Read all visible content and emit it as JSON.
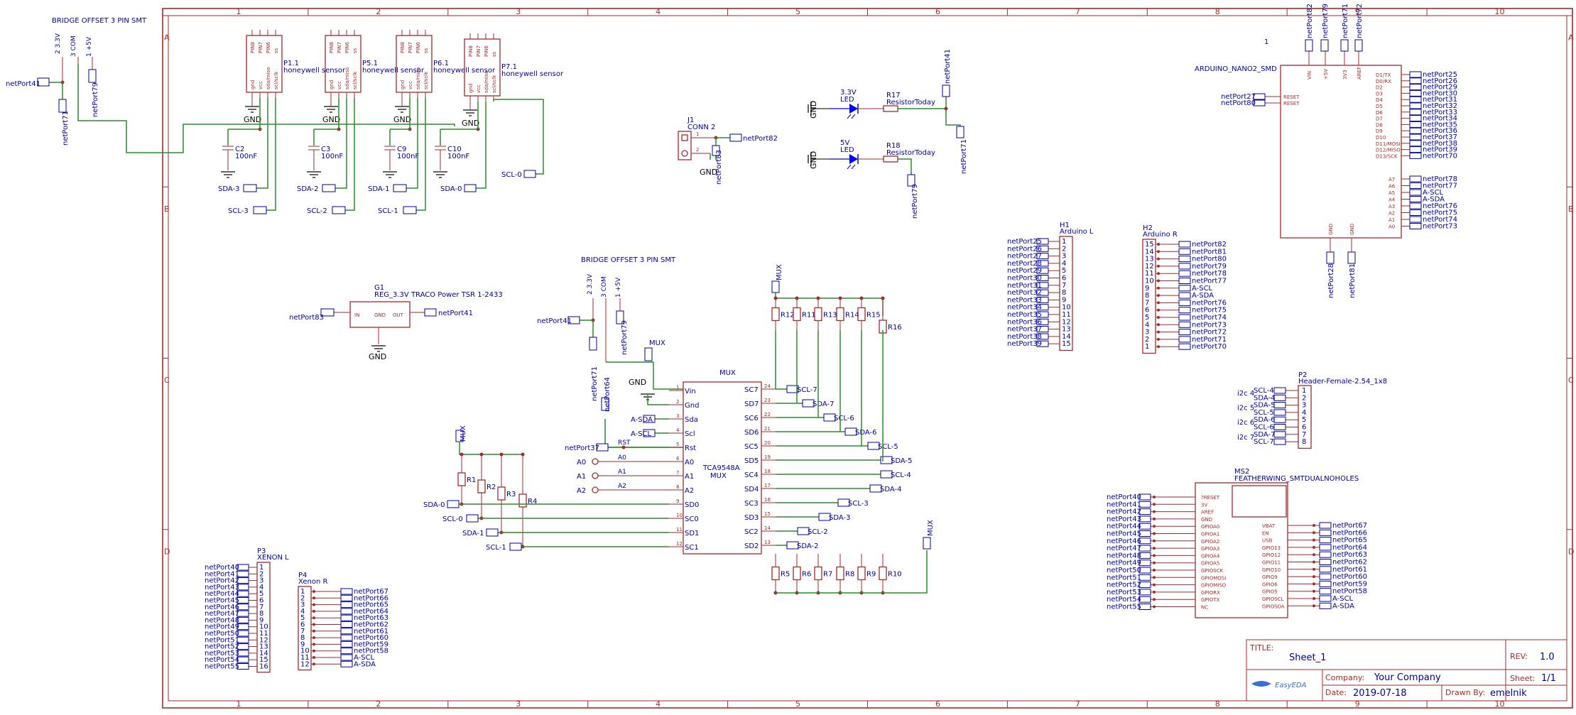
{
  "border": {
    "columns": [
      "1",
      "2",
      "3",
      "4",
      "5",
      "6",
      "7",
      "8",
      "9",
      "10"
    ],
    "rows": [
      "A",
      "B",
      "C",
      "D"
    ]
  },
  "title_block": {
    "title_label": "TITLE:",
    "title": "Sheet_1",
    "rev_label": "REV:",
    "rev": "1.0",
    "company_label": "Company:",
    "company": "Your Company",
    "sheet_label": "Sheet:",
    "sheet": "1/1",
    "date_label": "Date:",
    "date": "2019-07-18",
    "drawn_label": "Drawn By:",
    "drawn_by": "emelnik",
    "logo": "EasyEDA"
  },
  "bridge_top": {
    "title": "BRIDGE OFFSET 3 PIN SMT",
    "pins": [
      "2 3.3V",
      "3 COM",
      "1 +5V"
    ],
    "ports": [
      "netPort41",
      "netPort71",
      "netPort79"
    ]
  },
  "bridge_mid": {
    "title": "BRIDGE OFFSET 3 PIN SMT",
    "pins": [
      "2 3.3V",
      "3 COM",
      "1 +5V"
    ],
    "ports": [
      "netPort41",
      "netPort71",
      "netPort79",
      "netPort64",
      "netPort37"
    ]
  },
  "sensors": [
    {
      "ref": "P1.1",
      "name": "honeywell sensor",
      "sda": "SDA-3",
      "scl": "SCL-3",
      "cap": "C2",
      "capval": "100nF"
    },
    {
      "ref": "P5.1",
      "name": "honeywell sensor",
      "sda": "SDA-2",
      "scl": "SCL-2",
      "cap": "C3",
      "capval": "100nF"
    },
    {
      "ref": "P6.1",
      "name": "honeywell sensor",
      "sda": "SDA-1",
      "scl": "SCL-1",
      "cap": "C9",
      "capval": "100nF"
    },
    {
      "ref": "P7.1",
      "name": "honeywell sensor",
      "sda": "SDA-0",
      "scl": "SCL-0",
      "cap": "C10",
      "capval": "100nF"
    }
  ],
  "sensor_pins_top": [
    "PIN8",
    "PIN7",
    "PIN6",
    "ss"
  ],
  "sensor_pins_bottom": [
    "gnd",
    "vcc",
    "sda/miso",
    "scl/sclk"
  ],
  "gnd_label": "GND",
  "conn2": {
    "ref": "J1",
    "name": "CONN 2",
    "pins": [
      "1",
      "2"
    ],
    "ports": [
      "netPort82",
      "netPort83"
    ]
  },
  "leds": [
    {
      "label": "3.3V",
      "type": "LED",
      "res": "R17",
      "resname": "ResistorToday",
      "port": "netPort41",
      "port2": "netPort71"
    },
    {
      "label": "5V",
      "type": "LED",
      "res": "R18",
      "resname": "ResistorToday",
      "port": "netPort79"
    }
  ],
  "regulator": {
    "ref": "G1",
    "name": "REG_3.3V TRACO Power TSR 1-2433",
    "in": "IN",
    "gnd": "GND",
    "out": "OUT",
    "port_in": "netPort83",
    "port_out": "netPort41"
  },
  "mux": {
    "title": "MUX",
    "name": "TCA9548A",
    "sub": "MUX",
    "left_pins": [
      {
        "n": "1",
        "name": "Vin"
      },
      {
        "n": "2",
        "name": "Gnd"
      },
      {
        "n": "3",
        "name": "Sda"
      },
      {
        "n": "4",
        "name": "Scl"
      },
      {
        "n": "5",
        "name": "Rst"
      },
      {
        "n": "6",
        "name": "A0"
      },
      {
        "n": "7",
        "name": "A1"
      },
      {
        "n": "8",
        "name": "A2"
      },
      {
        "n": "9",
        "name": "SD0"
      },
      {
        "n": "10",
        "name": "SC0"
      },
      {
        "n": "11",
        "name": "SD1"
      },
      {
        "n": "12",
        "name": "SC1"
      }
    ],
    "right_pins": [
      {
        "n": "24",
        "name": "SC7"
      },
      {
        "n": "23",
        "name": "SD7"
      },
      {
        "n": "22",
        "name": "SC6"
      },
      {
        "n": "21",
        "name": "SD6"
      },
      {
        "n": "20",
        "name": "SC5"
      },
      {
        "n": "19",
        "name": "SD5"
      },
      {
        "n": "18",
        "name": "SC4"
      },
      {
        "n": "17",
        "name": "SD4"
      },
      {
        "n": "16",
        "name": "SC3"
      },
      {
        "n": "15",
        "name": "SD3"
      },
      {
        "n": "14",
        "name": "SC2"
      },
      {
        "n": "13",
        "name": "SD2"
      }
    ],
    "left_nets": [
      "",
      "",
      "A-SDA",
      "A-SCL",
      "netPort37",
      "A0",
      "A1",
      "A2",
      "SDA-0",
      "SCL-0",
      "SDA-1",
      "SCL-1"
    ],
    "left_inner": [
      "",
      "",
      "",
      "",
      "RST",
      "A0",
      "A1",
      "A2",
      "",
      "",
      "",
      ""
    ],
    "right_nets": [
      "SCL-7",
      "SDA-7",
      "SCL-6",
      "SDA-6",
      "SCL-5",
      "SDA-5",
      "SCL-4",
      "SDA-4",
      "SCL-3",
      "SDA-3",
      "SCL-2",
      "SDA-2"
    ],
    "gnd": "GND",
    "mux_port": "MUX"
  },
  "pullups_left": [
    "R1",
    "R2",
    "R3",
    "R4"
  ],
  "pullups_top": [
    "R12",
    "R11",
    "R13",
    "R14",
    "R15",
    "R16"
  ],
  "pullups_bottom": [
    "R5",
    "R6",
    "R7",
    "R8",
    "R9",
    "R10"
  ],
  "h1": {
    "ref": "H1",
    "name": "Arduino L",
    "pins": [
      "1",
      "2",
      "3",
      "4",
      "5",
      "6",
      "7",
      "8",
      "9",
      "10",
      "11",
      "12",
      "13",
      "14",
      "15"
    ],
    "nets": [
      "netPort25",
      "netPort26",
      "netPort27",
      "netPort28",
      "netPort29",
      "netPort30",
      "netPort31",
      "netPort32",
      "netPort33",
      "netPort34",
      "netPort35",
      "netPort36",
      "netPort37",
      "netPort38",
      "netPort39"
    ]
  },
  "h2": {
    "ref": "H2",
    "name": "Arduino R",
    "pins": [
      "15",
      "14",
      "13",
      "12",
      "11",
      "10",
      "9",
      "8",
      "7",
      "6",
      "5",
      "4",
      "3",
      "2",
      "1"
    ],
    "nets": [
      "netPort82",
      "netPort81",
      "netPort80",
      "netPort79",
      "netPort78",
      "netPort77",
      "A-SCL",
      "A-SDA",
      "netPort76",
      "netPort75",
      "netPort74",
      "netPort73",
      "netPort72",
      "netPort71",
      "netPort70"
    ]
  },
  "nano": {
    "name": "ARDUINO_NANO2_SMD",
    "mark": "1",
    "top_ports": [
      "netPort82",
      "netPort79",
      "netPort71",
      "netPort72"
    ],
    "top_pins": [
      "VIN",
      "+5V",
      "3V3",
      "AREF"
    ],
    "left_ports": [
      "netPort27",
      "netPort80"
    ],
    "left_pins": [
      "RESET",
      "RESET"
    ],
    "right_pins": [
      "D1/TX",
      "D0/RX",
      "D2",
      "D3",
      "D4",
      "D5",
      "D6",
      "D7",
      "D8",
      "D9",
      "D10",
      "D11/MOSI",
      "D12/MISO",
      "D13/SCK"
    ],
    "right_ports": [
      "netPort25",
      "netPort26",
      "netPort29",
      "netPort30",
      "netPort31",
      "netPort32",
      "netPort33",
      "netPort34",
      "netPort35",
      "netPort36",
      "netPort37",
      "netPort38",
      "netPort39",
      "netPort70"
    ],
    "right_pins2": [
      "A7",
      "A6",
      "A5",
      "A4",
      "A3",
      "A2",
      "A1",
      "A0"
    ],
    "right_ports2": [
      "netPort78",
      "netPort77",
      "A-SCL",
      "A-SDA",
      "netPort76",
      "netPort75",
      "netPort74",
      "netPort73"
    ],
    "bottom_pins": [
      "GND",
      "GND"
    ],
    "bottom_ports": [
      "netPort28",
      "netPort81"
    ]
  },
  "p2": {
    "ref": "P2",
    "name": "Header-Female-2.54_1x8",
    "pins": [
      "1",
      "2",
      "3",
      "4",
      "5",
      "6",
      "7",
      "8"
    ],
    "nets": [
      "SCL-4",
      "SDA-4",
      "SDA-5",
      "SCL-5",
      "SDA-6",
      "SCL-6",
      "SDA-7",
      "SCL-7"
    ],
    "labels": [
      "i2c 4",
      "",
      "i2c 5",
      "",
      "i2c 6",
      "",
      "i2c 7",
      ""
    ]
  },
  "ms2": {
    "ref": "MS2",
    "name": "FEATHERWING_SMTDUALNOHOLES",
    "left_pins": [
      "?RESET",
      "3V",
      "AREF",
      "GND",
      "GPIOA0",
      "GPIOA1",
      "GPIOA2",
      "GPIOA3",
      "GPIOA4",
      "GPIOA5",
      "GPIOSCK",
      "GPIOMOSI",
      "GPIOMISO",
      "GPIORX",
      "GPIOTX",
      "NC"
    ],
    "left_nets": [
      "netPort40",
      "netPort41",
      "netPort42",
      "netPort43",
      "netPort44",
      "netPort45",
      "netPort46",
      "netPort47",
      "netPort48",
      "netPort49",
      "netPort50",
      "netPort51",
      "netPort52",
      "netPort53",
      "netPort54",
      "netPort55"
    ],
    "right_pins": [
      "VBAT",
      "EN",
      "USB",
      "GPIO13",
      "GPIO12",
      "GPIO11",
      "GPIO10",
      "GPIO9",
      "GPIO6",
      "GPIO5",
      "GPIOSCL",
      "GPIOSDA"
    ],
    "right_nets": [
      "netPort67",
      "netPort66",
      "netPort65",
      "netPort64",
      "netPort63",
      "netPort62",
      "netPort61",
      "netPort60",
      "netPort59",
      "netPort58",
      "A-SCL",
      "A-SDA"
    ]
  },
  "p3": {
    "ref": "P3",
    "name": "XENON L",
    "pins": [
      "1",
      "2",
      "3",
      "4",
      "5",
      "6",
      "7",
      "8",
      "9",
      "10",
      "11",
      "12",
      "13",
      "14",
      "15",
      "16"
    ],
    "nets": [
      "netPort40",
      "netPort41",
      "netPort42",
      "netPort43",
      "netPort44",
      "netPort45",
      "netPort46",
      "netPort47",
      "netPort48",
      "netPort49",
      "netPort50",
      "netPort51",
      "netPort52",
      "netPort53",
      "netPort54",
      "netPort55"
    ]
  },
  "p4": {
    "ref": "P4",
    "name": "Xenon R",
    "pins": [
      "1",
      "2",
      "3",
      "4",
      "5",
      "6",
      "7",
      "8",
      "9",
      "10",
      "11",
      "12"
    ],
    "nets": [
      "netPort67",
      "netPort66",
      "netPort65",
      "netPort64",
      "netPort63",
      "netPort62",
      "netPort61",
      "netPort60",
      "netPort59",
      "netPort58",
      "A-SCL",
      "A-SDA"
    ]
  }
}
